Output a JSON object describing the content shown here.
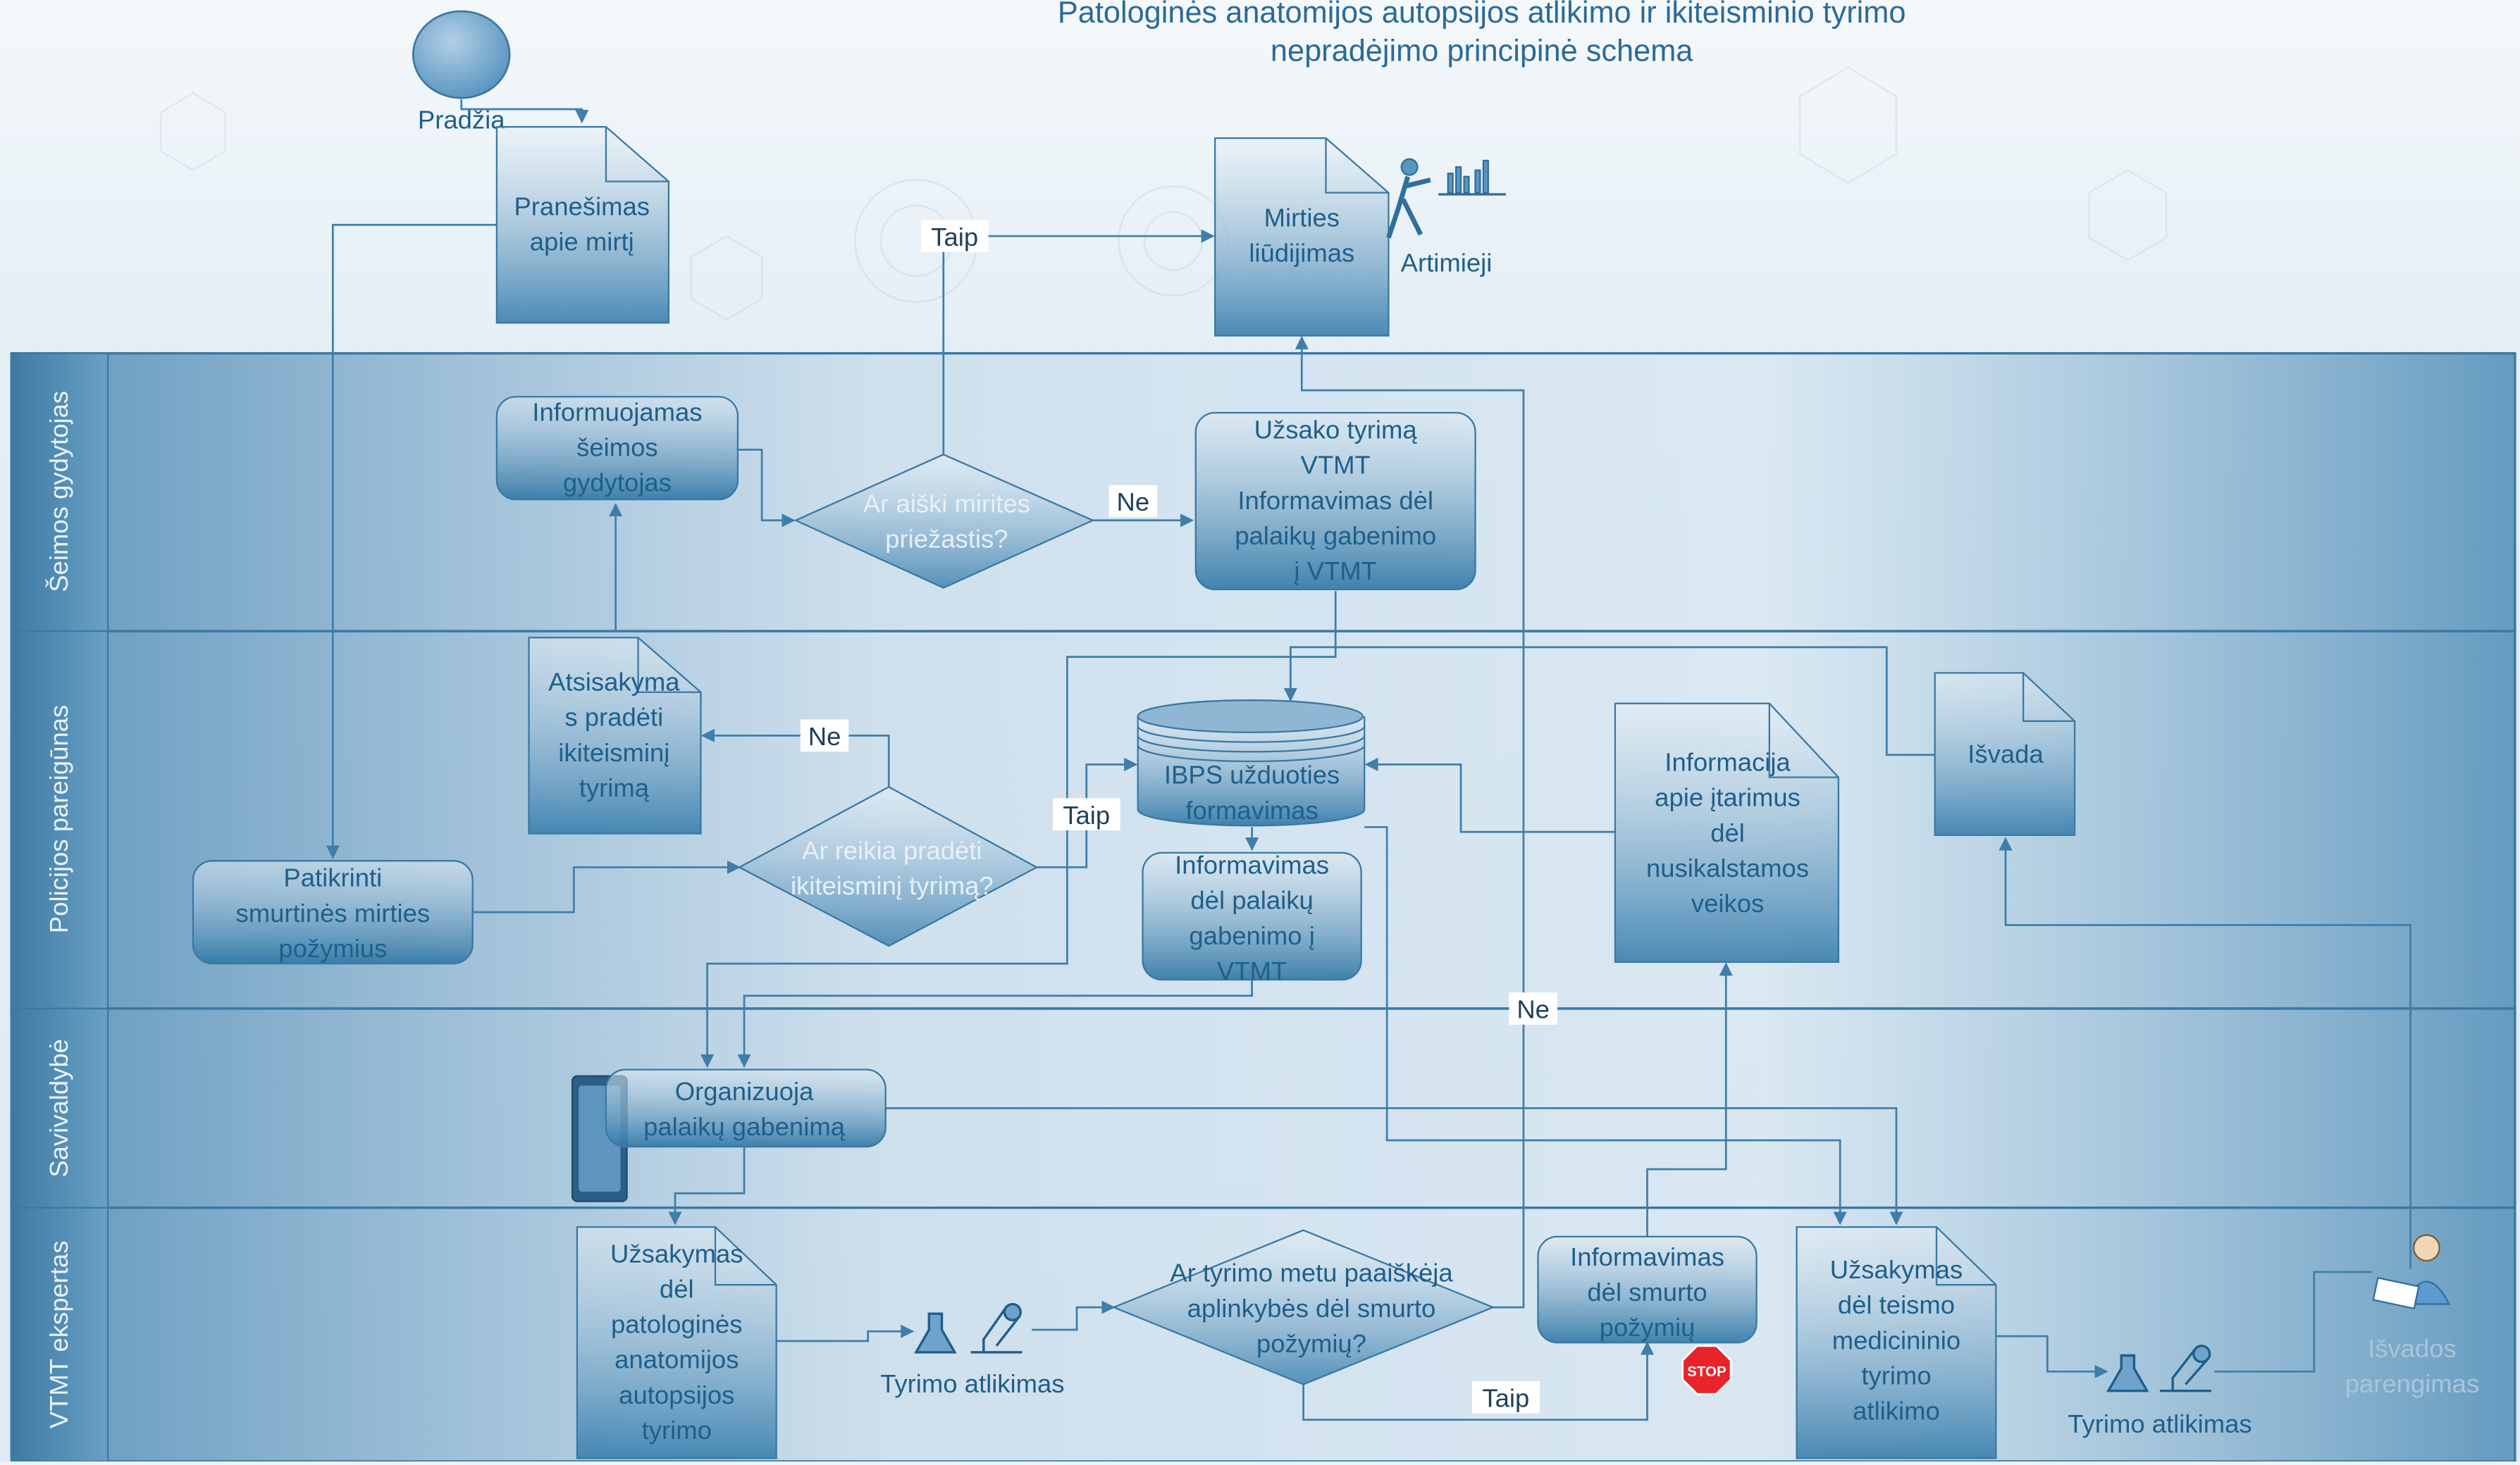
{
  "title": [
    "Patologinės anatomijos autopsijos atlikimo ir ikiteisminio tyrimo",
    "nepradėjimo principinė schema"
  ],
  "lanes": [
    "Šeimos gydytojas",
    "Policijos pareigūnas",
    "Savivaldybė",
    "VTMT ekspertas"
  ],
  "nodes": {
    "start": "Pradžia",
    "notice": [
      "Pranešimas",
      "apie mirtį"
    ],
    "certificate": [
      "Mirties",
      "liūdijimas"
    ],
    "relatives": "Artimieji",
    "inform_doctor": [
      "Informuojamas",
      "šeimos",
      "gydytojas"
    ],
    "cause_clear": [
      "Ar aiški mirites",
      "priežastis?"
    ],
    "order_vtmt": [
      "Užsako tyrimą",
      "VTMT",
      "Informavimas dėl",
      "palaikų gabenimo",
      "į VTMT"
    ],
    "refusal": [
      "Atsisakyma",
      "s pradėti",
      "ikiteisminį",
      "tyrimą"
    ],
    "need_investigation": [
      "Ar reikia pradėti",
      "ikiteisminį tyrimą?"
    ],
    "check_signs": [
      "Patikrinti",
      "smurtinės mirties",
      "požymius"
    ],
    "ibps": [
      "IBPS užduoties",
      "formavimas"
    ],
    "inform_transport": [
      "Informavimas",
      "dėl palaikų",
      "gabenimo į",
      "VTMT"
    ],
    "info_suspicion": [
      "Informacija",
      "apie įtarimus",
      "dėl",
      "nusikalstamos",
      "veikos"
    ],
    "conclusion": "Išvada",
    "organize_transport": [
      "Organizuoja",
      "palaikų gabenimą"
    ],
    "order_pathology": [
      "Užsakymas",
      "dėl",
      "patologinės",
      "anatomijos",
      "autopsijos",
      "tyrimo"
    ],
    "research_1": "Tyrimo atlikimas",
    "violence_q": [
      "Ar tyrimo metu paaiškėja",
      "aplinkybės dėl smurto",
      "požymių?"
    ],
    "inform_violence": [
      "Informavimas",
      "dėl smurto",
      "požymių"
    ],
    "stop": "STOP",
    "order_court": [
      "Užsakymas",
      "dėl teismo",
      "medicininio",
      "tyrimo",
      "atlikimo"
    ],
    "research_2": "Tyrimo atlikimas",
    "prepare_conclusion": [
      "Išvados",
      "parengimas"
    ]
  },
  "edge_labels": {
    "yes_top": "Taip",
    "no_doctor": "Ne",
    "no_police": "Ne",
    "yes_police": "Taip",
    "no_long": "Ne",
    "yes_bottom": "Taip"
  },
  "colors": {
    "lane_band": "#4a86ad",
    "shape_fill": "#4d8cb6",
    "border": "#2c6a95",
    "text": "#1f5f8a",
    "stop": "#e8232b"
  }
}
